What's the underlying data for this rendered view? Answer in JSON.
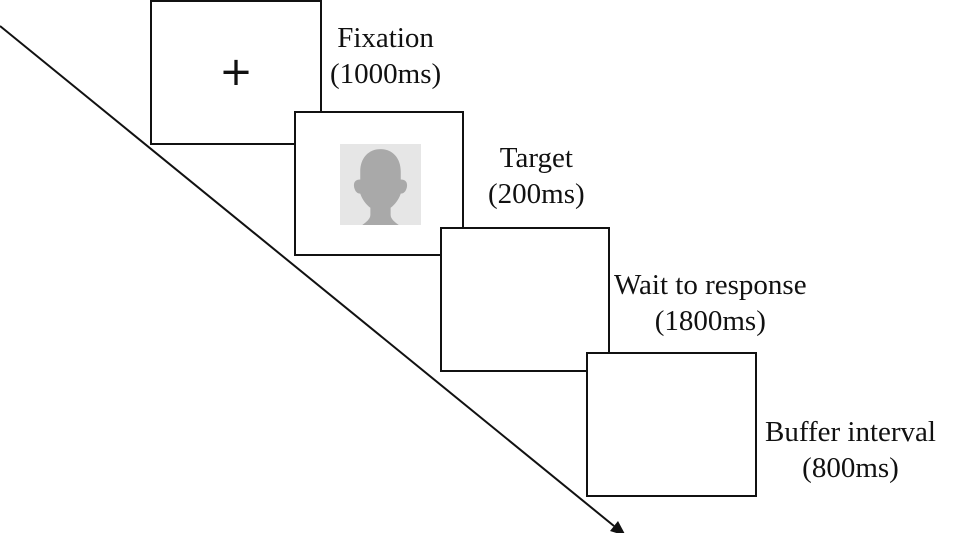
{
  "diagram": {
    "steps": [
      {
        "name": "Fixation",
        "duration": "(1000ms)"
      },
      {
        "name": "Target",
        "duration": "(200ms)"
      },
      {
        "name": "Wait to response",
        "duration": "(1800ms)"
      },
      {
        "name": "Buffer interval",
        "duration": "(800ms)"
      }
    ],
    "fixation_symbol": "+",
    "target_icon": "face-silhouette-icon",
    "colors": {
      "line": "#111111",
      "face_background": "#e6e6e6",
      "face_silhouette": "#a9a9a9"
    }
  }
}
